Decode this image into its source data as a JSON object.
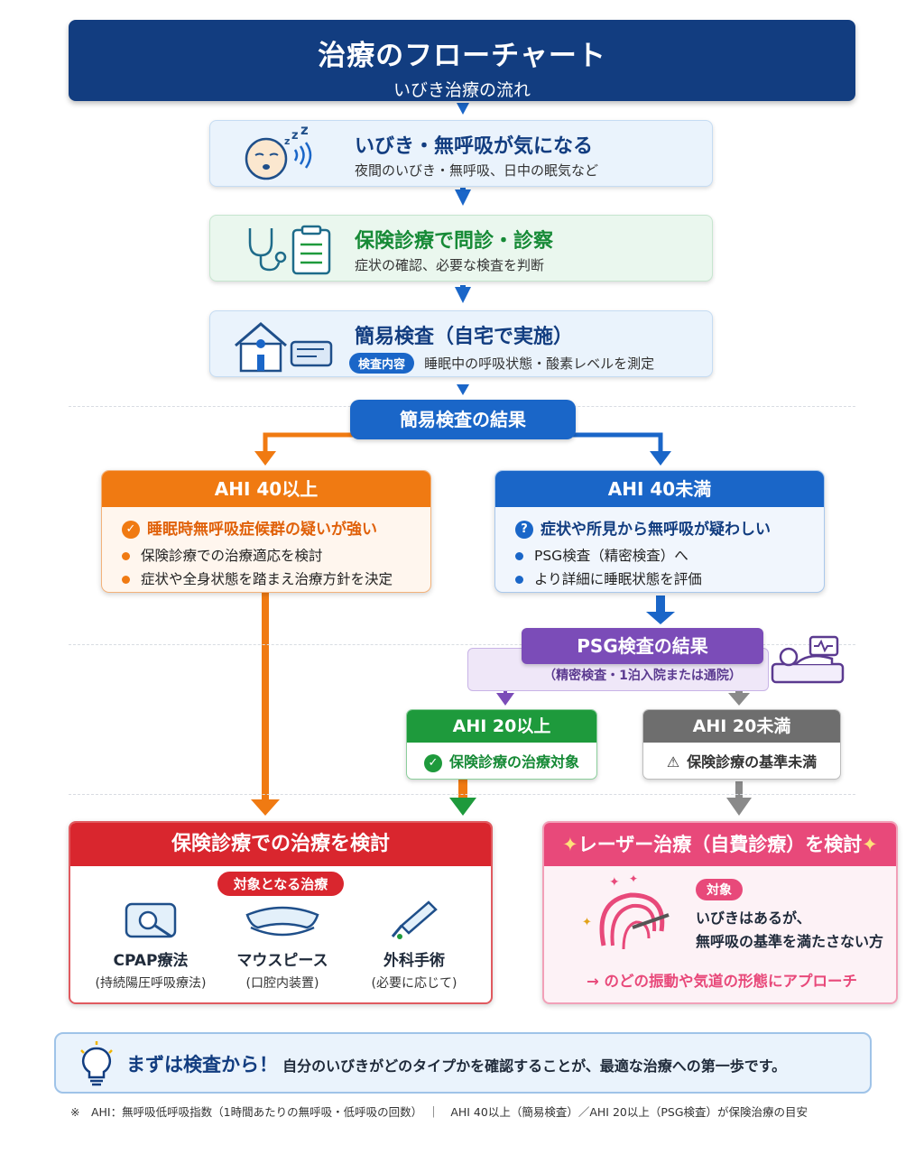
{
  "header": {
    "title": "治療のフローチャート",
    "subtitle": "いびき治療の流れ"
  },
  "steps": [
    {
      "title": "いびき・無呼吸が気になる",
      "desc": "夜間のいびき・無呼吸、日中の眠気など",
      "icon": "snoring-face-icon"
    },
    {
      "title": "保険診療で問診・診察",
      "desc": "症状の確認、必要な検査を判断",
      "icon": "stethoscope-clipboard-icon"
    },
    {
      "title": "簡易検査（自宅で実施）",
      "tag": "検査内容",
      "desc": "睡眠中の呼吸状態・酸素レベルを測定",
      "icon": "home-test-device-icon"
    }
  ],
  "simple_result": {
    "label": "簡易検査の結果"
  },
  "branch_left": {
    "header": "AHI 40以上",
    "lead": "睡眠時無呼吸症候群の疑いが強い",
    "items": [
      "保険診療での治療適応を検討",
      "症状や全身状態を踏まえ治療方針を決定"
    ]
  },
  "branch_right": {
    "header": "AHI 40未満",
    "lead": "症状や所見から無呼吸が疑わしい",
    "items": [
      "PSG検査（精密検査）へ",
      "より詳細に睡眠状態を評価"
    ]
  },
  "psg": {
    "title": "PSG検査の結果",
    "sub": "（精密検査・1泊入院または通院）"
  },
  "psg_high": {
    "header": "AHI 20以上",
    "body": "保険診療の治療対象"
  },
  "psg_low": {
    "header": "AHI 20未満",
    "body": "保険診療の基準未満"
  },
  "insurance": {
    "title": "保険診療での治療を検討",
    "tag": "対象となる治療",
    "treatments": [
      {
        "name": "CPAP療法",
        "note": "(持続陽圧呼吸療法)",
        "icon": "cpap-device-icon"
      },
      {
        "name": "マウスピース",
        "note": "(口腔内装置)",
        "icon": "mouthpiece-icon"
      },
      {
        "name": "外科手術",
        "note": "(必要に応じて)",
        "icon": "surgical-tool-icon"
      }
    ]
  },
  "laser": {
    "title": "レーザー治療（自費診療）を検討",
    "tag": "対象",
    "target_line1": "いびきはあるが、",
    "target_line2": "無呼吸の基準を満たさない方",
    "approach": "→ のどの振動や気道の形態にアプローチ"
  },
  "tip": {
    "emph": "まずは検査から！",
    "text": "自分のいびきがどのタイプかを確認することが、最適な治療への第一歩です。"
  },
  "footnote": "※　AHI：無呼吸低呼吸指数（1時間あたりの無呼吸・低呼吸の回数）　｜　AHI 40以上（簡易検査）／AHI 20以上（PSG検査）が保険治療の目安",
  "colors": {
    "navy": "#123d80",
    "blue": "#1a66c8",
    "orange": "#f07a12",
    "green": "#1e9a3c",
    "purple": "#7b4cb8",
    "gray": "#6e6e6e",
    "red": "#d9262e",
    "pink": "#e8497a"
  }
}
